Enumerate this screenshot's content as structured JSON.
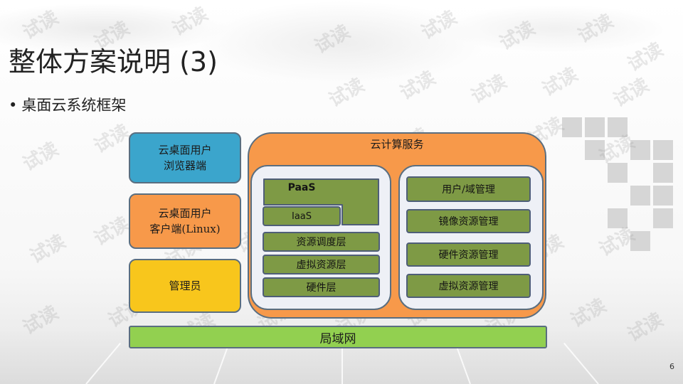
{
  "slide": {
    "title": "整体方案说明 (3)",
    "bullet_marker": "•",
    "bullet": "桌面云系统框架",
    "page_number": "6",
    "watermark": "试读"
  },
  "diagram": {
    "clients": {
      "browser_line1": "云桌面用户",
      "browser_line2": "浏览器端",
      "linux_line1": "云桌面用户",
      "linux_line2": "客户端(Linux)",
      "admin": "管理员"
    },
    "cloud": {
      "title": "云计算服务",
      "left_stack": {
        "paas": "PaaS",
        "iaas": "IaaS",
        "resource_scheduling": "资源调度层",
        "virtual_resources": "虚拟资源层",
        "hardware": "硬件层"
      },
      "right_stack": {
        "user_domain": "用户/域管理",
        "image_mgmt": "镜像资源管理",
        "hardware_mgmt": "硬件资源管理",
        "virtual_mgmt": "虚拟资源管理"
      }
    },
    "network": "局域网"
  },
  "colors": {
    "browser_client": "#3ba5cc",
    "linux_client": "#f7994a",
    "admin": "#f8c61c",
    "cloud_container": "#f7994a",
    "inner_panel": "#eef0f6",
    "layer_bar": "#7e9a45",
    "network": "#92d050",
    "border": "#5a6e80"
  }
}
